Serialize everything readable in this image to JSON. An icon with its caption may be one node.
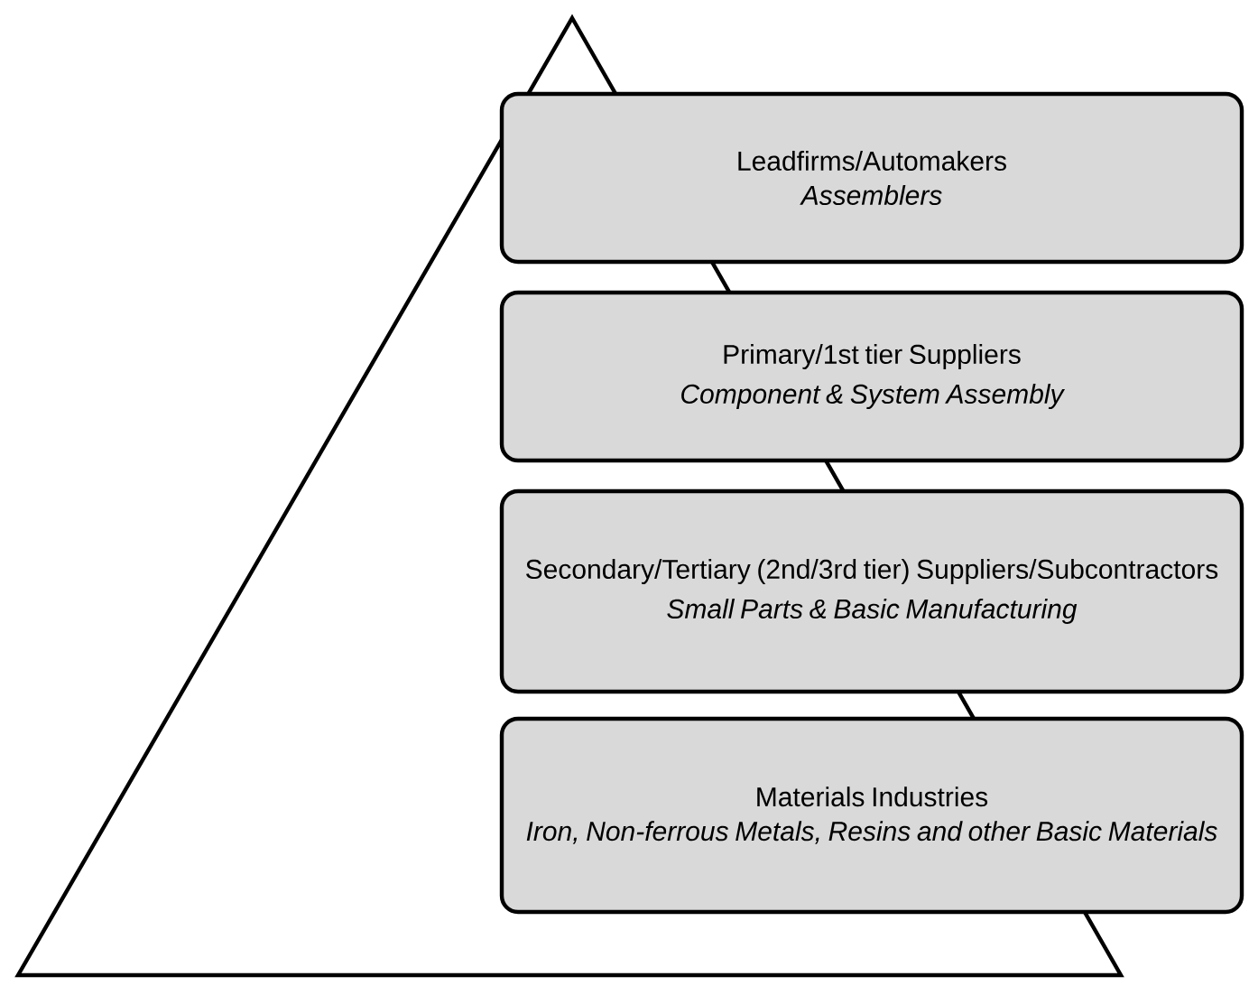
{
  "diagram": {
    "nodes": [
      {
        "text": [
          "Leadfirms/Automakers",
          "Assemblers"
        ]
      },
      {
        "text": [
          "Primary/1st tier Suppliers",
          "Component & System Assembly"
        ]
      },
      {
        "text": [
          "Secondary/Tertiary (2nd/3rd tier) Suppliers/Subcontractors",
          "Small Parts & Basic Manufacturing"
        ]
      },
      {
        "text": [
          "Materials Industries",
          "Iron, Non-ferrous Metals, Resins and other Basic Materials"
        ]
      }
    ]
  }
}
